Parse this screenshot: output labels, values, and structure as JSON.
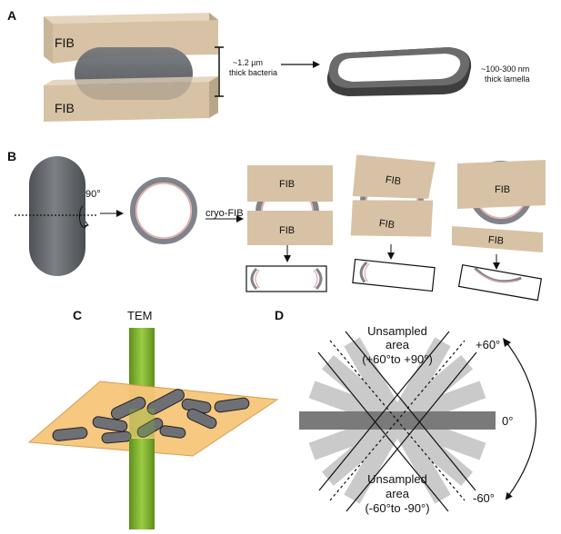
{
  "panel_a": {
    "letter": "A",
    "fib_top": "FIB",
    "fib_bottom": "FIB",
    "thickness_line1": "~1.2 µm",
    "thickness_line2": "thick bacteria",
    "lamella_line1": "~100-300 nm",
    "lamella_line2": "thick lamella"
  },
  "panel_b": {
    "letter": "B",
    "rotation_label": "90°",
    "cryo_fib_label": "cryo-FIB",
    "fib_label": "FIB"
  },
  "panel_c": {
    "letter": "C",
    "tem_label": "TEM"
  },
  "panel_d": {
    "letter": "D",
    "top_region_line1": "Unsampled",
    "top_region_line2": "area",
    "top_region_line3": "(+60°to +90°)",
    "bottom_region_line1": "Unsampled",
    "bottom_region_line2": "area",
    "bottom_region_line3": "(-60°to -90°)",
    "angle_pos60": "+60°",
    "angle_zero": "0°",
    "angle_neg60": "-60°"
  },
  "colors": {
    "fib_tan": "#d7c2a5",
    "bacteria_gray": "#66696d",
    "lamella_dark": "#555555",
    "membrane_pink": "#e7a7a7",
    "tem_green": "#7fb030",
    "sample_orange": "#f6c67a",
    "tilt_gray": "#c8c8c8",
    "zero_gray": "#7a7a7a"
  }
}
